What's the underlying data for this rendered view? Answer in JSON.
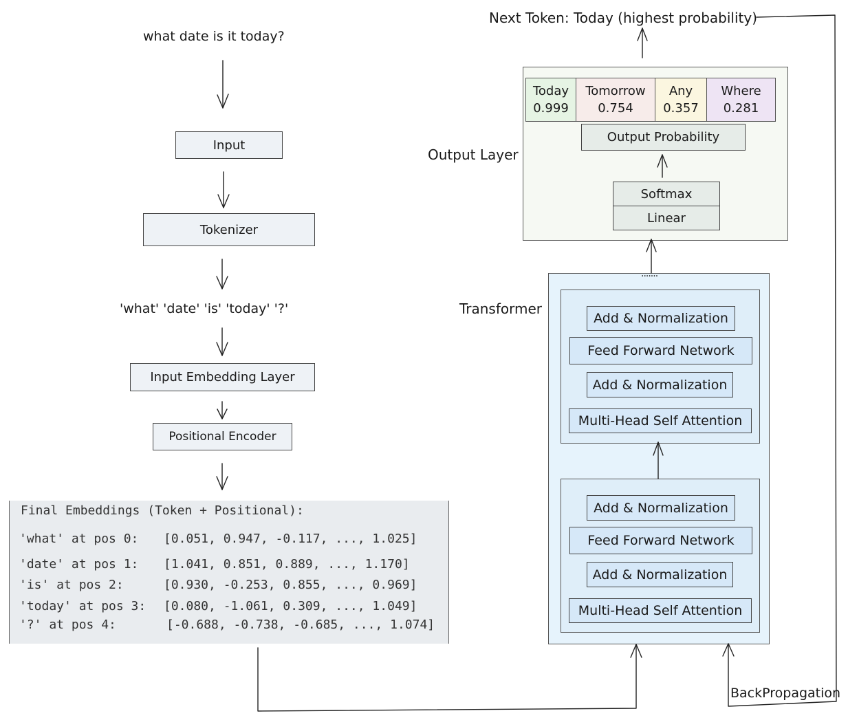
{
  "question": "what date is it today?",
  "input_label": "Input",
  "tokenizer_label": "Tokenizer",
  "tokens_text": "'what' 'date' 'is' 'today' '?'",
  "embedding_layer_label": "Input Embedding Layer",
  "positional_encoder_label": "Positional Encoder",
  "embeddings": {
    "title": "Final Embeddings (Token + Positional):",
    "rows": [
      {
        "token": "'what' at pos 0:",
        "vector": "[0.051, 0.947, -0.117, ..., 1.025]"
      },
      {
        "token": "'date' at pos 1:",
        "vector": "[1.041, 0.851, 0.889, ..., 1.170]"
      },
      {
        "token": "'is' at pos 2:",
        "vector": "[0.930, -0.253, 0.855, ..., 0.969]"
      },
      {
        "token": "'today' at pos 3:",
        "vector": "[0.080, -1.061, 0.309, ..., 1.049]"
      },
      {
        "token": "'?' at pos 4:",
        "vector": "[-0.688, -0.738, -0.685, ..., 1.074]"
      }
    ]
  },
  "transformer": {
    "label": "Transformer",
    "ellipsis": ".......",
    "blocks": [
      {
        "add_norm_top": "Add & Normalization",
        "ffn": "Feed Forward Network",
        "add_norm_bottom": "Add & Normalization",
        "attention": "Multi-Head Self Attention"
      },
      {
        "add_norm_top": "Add & Normalization",
        "ffn": "Feed Forward Network",
        "add_norm_bottom": "Add & Normalization",
        "attention": "Multi-Head Self Attention"
      }
    ]
  },
  "output_layer": {
    "label": "Output Layer",
    "linear": "Linear",
    "softmax": "Softmax",
    "output_probability": "Output Probability",
    "candidates": [
      {
        "word": "Today",
        "prob": "0.999",
        "color": "#e6f4e4"
      },
      {
        "word": "Tomorrow",
        "prob": "0.754",
        "color": "#f7ecea"
      },
      {
        "word": "Any",
        "prob": "0.357",
        "color": "#fbf6e0"
      },
      {
        "word": "Where",
        "prob": "0.281",
        "color": "#eee4f4"
      }
    ]
  },
  "next_token_text": "Next Token: Today (highest probability)",
  "backprop_label": "BackPropagation",
  "colors": {
    "flow_box": "#eef2f6",
    "transformer_bg": "#e6f3fc",
    "transformer_inner": "#dfeef9",
    "sublayer": "#d6e8f8",
    "output_bg": "#f6f9f3",
    "output_box": "#e6ece8",
    "embedding_panel": "#e9ecef"
  }
}
